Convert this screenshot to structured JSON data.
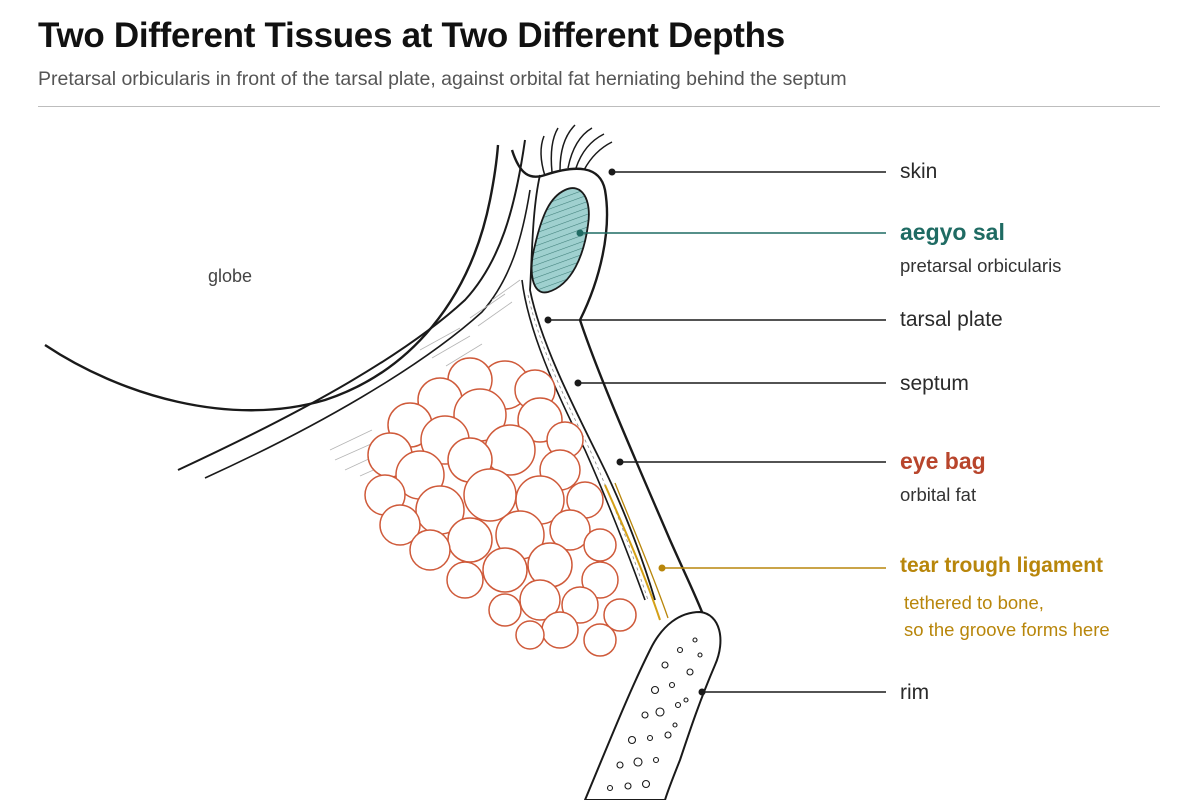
{
  "title": "Two Different Tissues at Two Different Depths",
  "subtitle": "Pretarsal orbicularis in front of the tarsal plate, against orbital fat herniating behind the septum",
  "globe_label": "globe",
  "colors": {
    "aegyo_sal": "#1f6b63",
    "eye_bag": "#b8452c",
    "tear_trough": "#b8860b",
    "muscle_fill": "#9fd0cf",
    "fat_outline": "#cf5a3a",
    "line": "#1a1a1a"
  },
  "labels": {
    "skin": "skin",
    "aegyo_sal": "aegyo sal",
    "pretarsal_orbicularis": "pretarsal orbicularis",
    "tarsal_plate": "tarsal plate",
    "septum": "septum",
    "eye_bag": "eye bag",
    "orbital_fat": "orbital fat",
    "tear_trough_ligament": "tear trough ligament",
    "tethered_line1": "tethered to bone,",
    "tethered_line2": "so the groove forms here",
    "rim": "rim"
  }
}
